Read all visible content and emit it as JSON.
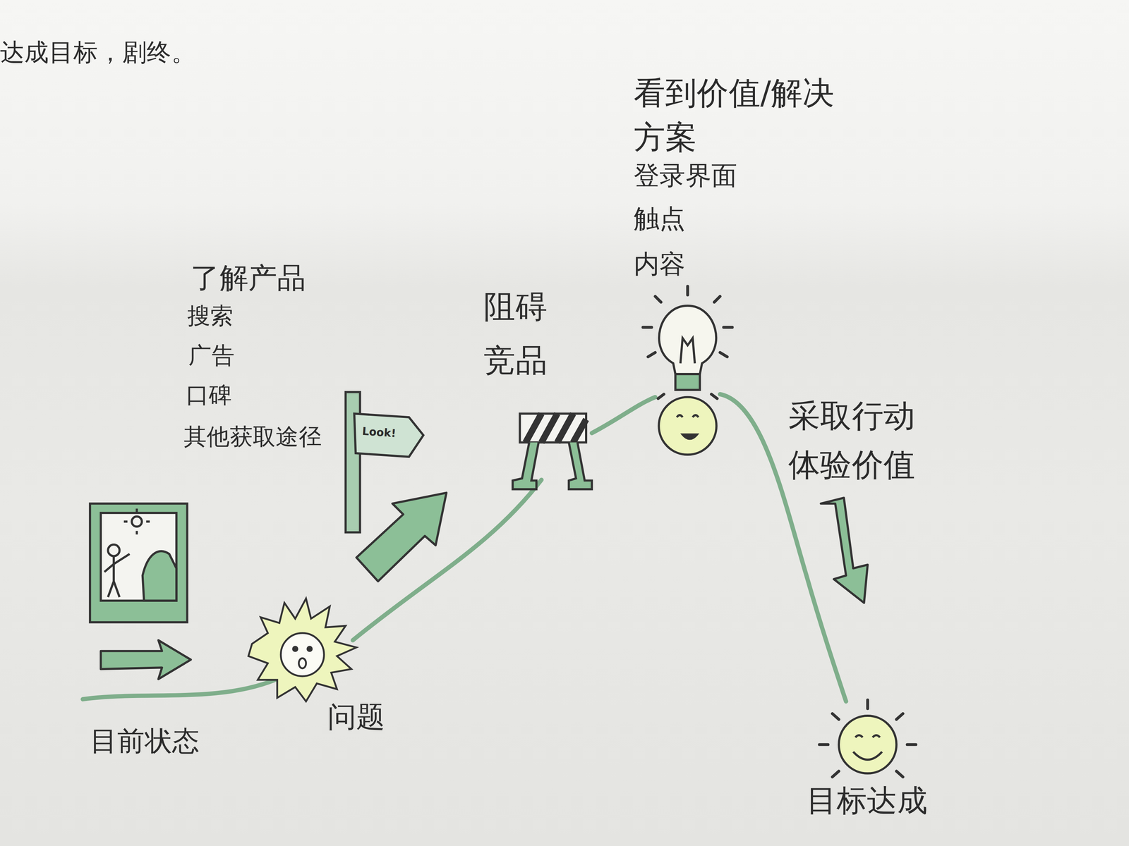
{
  "diagram": {
    "labels": [
      "达成目标，剧终。",
      "了解产品",
      "搜索",
      "广告",
      "口碑",
      "其他获取途径",
      "Look!",
      "阻碍",
      "竞品",
      "看到价值/解决方案",
      "登录界面",
      "触点",
      "内容",
      "采取行动",
      "体验价值",
      "目前状态",
      "问题",
      "目标达成"
    ]
  }
}
